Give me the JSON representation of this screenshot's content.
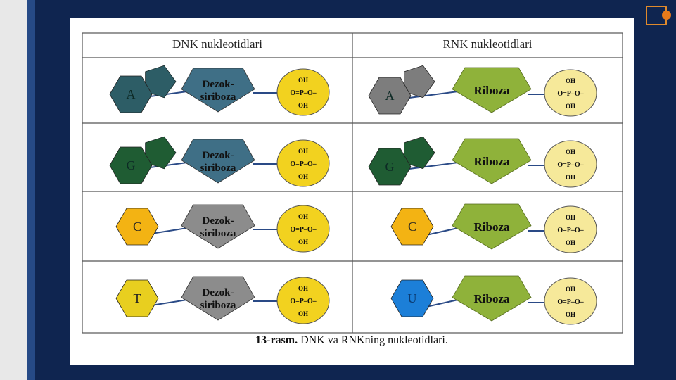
{
  "headers": {
    "dnk": "DNK nukleotidlari",
    "rnk": "RNK nukleotidlari"
  },
  "dnk_rows": [
    {
      "base": "A",
      "sugar_lines": [
        "Dezok-",
        "siriboza"
      ]
    },
    {
      "base": "G",
      "sugar_lines": [
        "Dezok-",
        "siriboza"
      ]
    },
    {
      "base": "C",
      "sugar_lines": [
        "Dezok-",
        "siriboza"
      ]
    },
    {
      "base": "T",
      "sugar_lines": [
        "Dezok-",
        "siriboza"
      ]
    }
  ],
  "rnk_rows": [
    {
      "base": "A",
      "sugar": "Riboza"
    },
    {
      "base": "G",
      "sugar": "Riboza"
    },
    {
      "base": "C",
      "sugar": "Riboza"
    },
    {
      "base": "U",
      "sugar": "Riboza"
    }
  ],
  "phosphate": {
    "top": "OH",
    "middle": "O=P–O–",
    "bottom": "OH"
  },
  "caption": {
    "bold": "13-rasm.",
    "text": " DNK va RNKning nukleotidlari."
  },
  "colors": {
    "dnk_sugar": "#3f6f86",
    "dnk_sugar_gray": "#8c8c8c",
    "rnk_sugar": "#8fb23a",
    "adenine_dnk": "#2d5d66",
    "adenine_rnk": "#7d7d7d",
    "guanine": "#1f5c33",
    "cytosine": "#f3b313",
    "thymine": "#e8cf1f",
    "uracil": "#1c7fd8",
    "phosphate_dnk": "#f2d21f",
    "phosphate_rnk": "#f6e99a"
  }
}
